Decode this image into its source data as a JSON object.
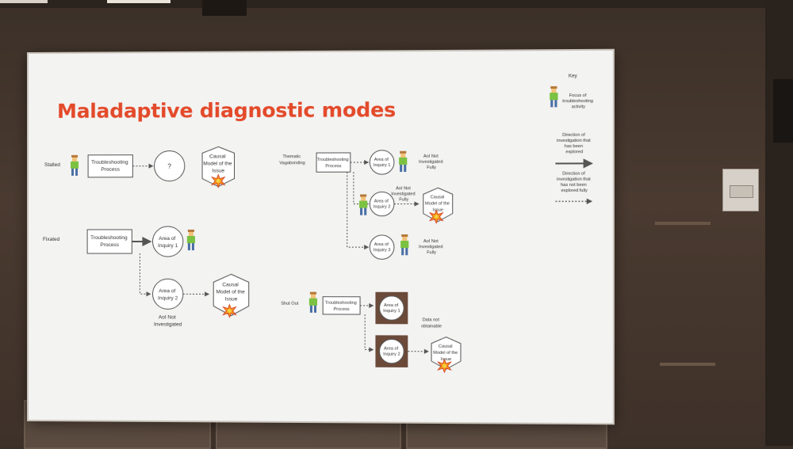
{
  "slide": {
    "title": "Maladaptive diagnostic modes",
    "key": {
      "heading": "Key",
      "focus": [
        "Focus of",
        "troubleshooting",
        "activity"
      ],
      "explored": [
        "Direction of",
        "investigation that",
        "has been",
        "explored"
      ],
      "not_explored": [
        "Direction of",
        "investigation that",
        "has not  been",
        "explored fully"
      ]
    },
    "stalled": {
      "label": "Stalled",
      "process": [
        "Troubleshooting",
        "Process"
      ],
      "unknown": "?",
      "causal": [
        "Causal",
        "Model of the",
        "Issue"
      ]
    },
    "fixated": {
      "label": "Fixated",
      "process": [
        "Troubleshooting",
        "Process"
      ],
      "aoi1": [
        "Area of",
        "Inquiry 1"
      ],
      "aoi2": [
        "Area of",
        "Inquiry 2"
      ],
      "causal": [
        "Causal",
        "Model of the",
        "Issue"
      ],
      "note": [
        "AoI Not",
        "Investigated"
      ]
    },
    "vagabonding": {
      "label": [
        "Thematic",
        "Vagabonding"
      ],
      "process": [
        "Troubleshooting",
        "Process"
      ],
      "aoi1": [
        "Area of",
        "Inquiry 1"
      ],
      "aoi2": [
        "Area of",
        "Inquiry 2"
      ],
      "aoi3": [
        "Area of",
        "Inquiry 3"
      ],
      "causal": [
        "Causal",
        "Model of the",
        "Issue"
      ],
      "note1": [
        "AoI Not",
        "Investigated",
        "Fully"
      ],
      "note2": [
        "AoI Not",
        "Investigated",
        "Fully"
      ],
      "note3": [
        "AoI Not",
        "Investigated",
        "Fully"
      ]
    },
    "shutout": {
      "label": "Shut Out",
      "process": [
        "Troubleshooting",
        "Process"
      ],
      "aoi1": [
        "Area of",
        "Inquiry 1"
      ],
      "aoi2": [
        "Area of",
        "Inquiry 2"
      ],
      "causal": [
        "Causal",
        "Model of the",
        "Issue"
      ],
      "note": [
        "Data not",
        "obtainable"
      ]
    },
    "colors": {
      "title": "#e34a2a",
      "person_shirt": "#7cc242",
      "person_pants": "#4a6fa5",
      "person_skin": "#f2c27a",
      "blocked_box": "#6b4a3a",
      "burst": "#f7941d",
      "line": "#555555"
    }
  }
}
